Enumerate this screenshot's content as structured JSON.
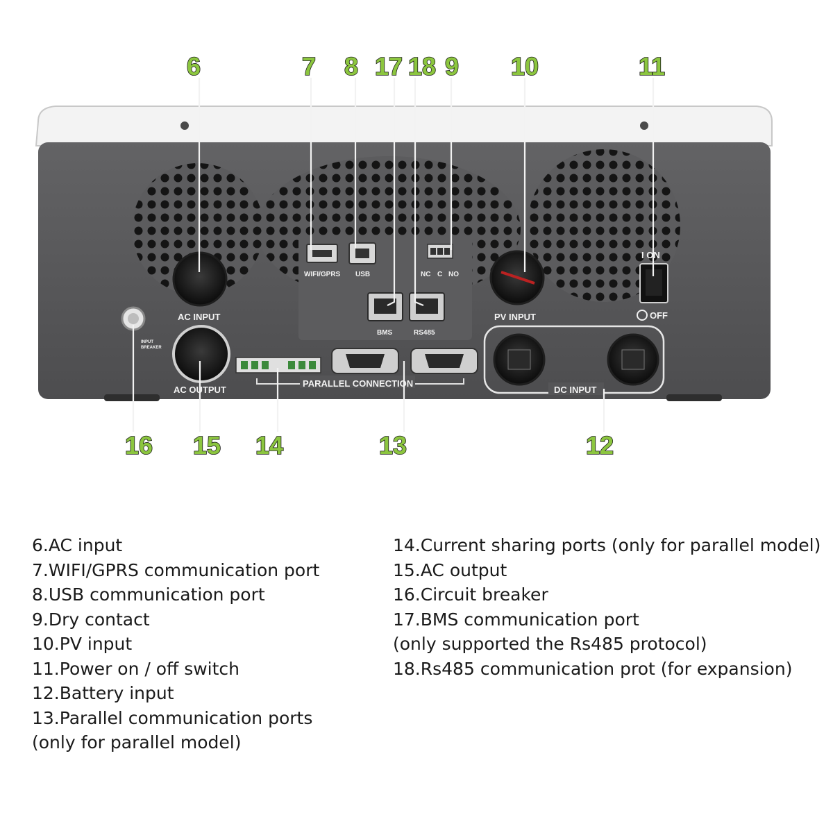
{
  "callouts": [
    "6",
    "7",
    "8",
    "17",
    "18",
    "9",
    "10",
    "11",
    "16",
    "15",
    "14",
    "13",
    "12"
  ],
  "panel_labels": {
    "wifi_gprs": "WIFI/GPRS",
    "usb": "USB",
    "nc": "NC",
    "c": "C",
    "no": "NO",
    "ac_input": "AC INPUT",
    "bms": "BMS",
    "rs485": "RS485",
    "pv_input": "PV INPUT",
    "on": "I ON",
    "off": "OFF",
    "input_breaker_1": "INPUT",
    "input_breaker_2": "BREAKER",
    "ac_output": "AC OUTPUT",
    "parallel_connection": "PARALLEL CONNECTION",
    "dc_input": "DC INPUT"
  },
  "legend_left": [
    "6.AC input",
    "7.WIFI/GPRS communication port",
    "8.USB communication port",
    "9.Dry contact",
    "10.PV input",
    "11.Power on / off switch",
    "12.Battery input",
    "13.Parallel communication ports",
    "(only for parallel model)"
  ],
  "legend_right": [
    "14.Current sharing ports (only for parallel model)",
    "15.AC output",
    "16.Circuit breaker",
    "17.BMS communication  port",
    "(only supported the Rs485 protocol)",
    "18.Rs485 communication prot (for expansion)"
  ],
  "colors": {
    "callout_green": "#8cc63f",
    "panel_grey": "#5a5a5c",
    "cover_white": "#f3f3f3"
  }
}
